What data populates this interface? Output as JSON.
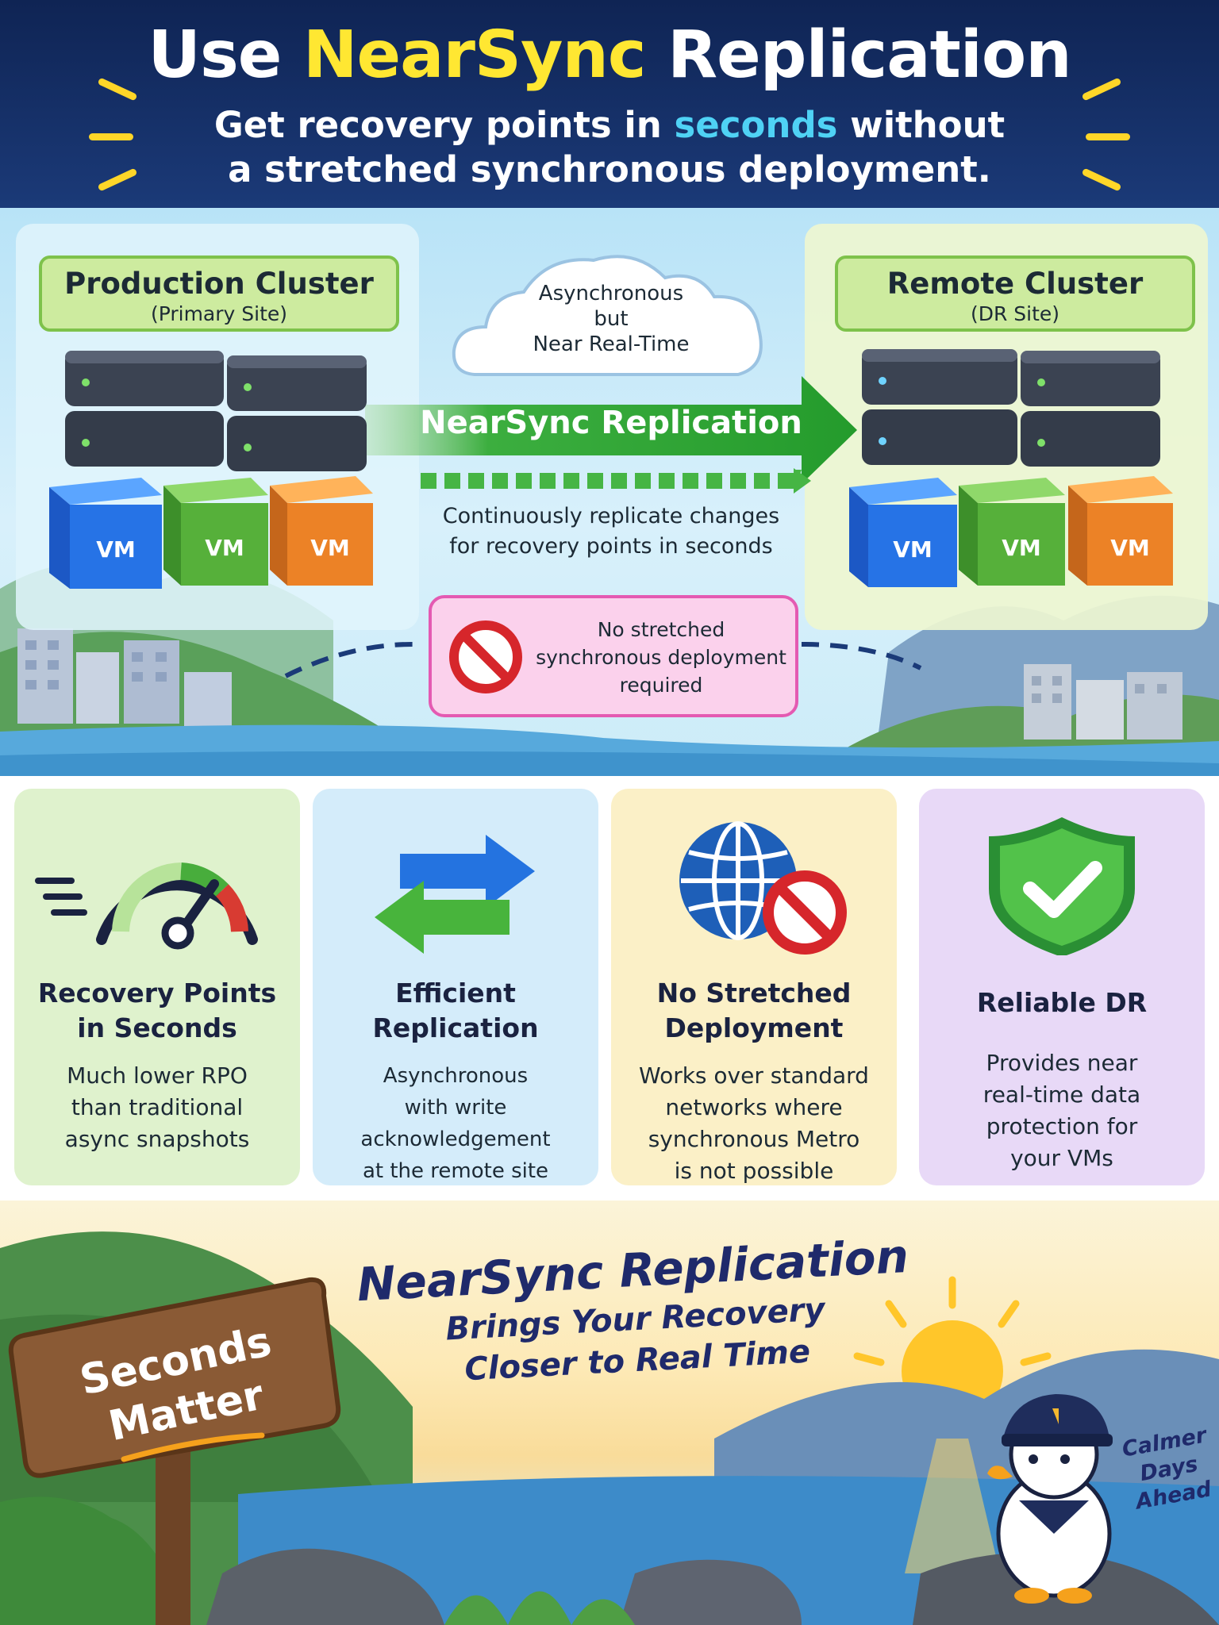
{
  "header": {
    "title_before": "Use ",
    "title_highlight": "NearSync",
    "title_after": " Replication",
    "subtitle_line1_before": "Get recovery points in ",
    "subtitle_line1_highlight": "seconds",
    "subtitle_line1_after": " without",
    "subtitle_line2": "a stretched synchronous deployment.",
    "accent_color": "#ffe732",
    "highlight_color": "#4fd2f5"
  },
  "diagram": {
    "primary_site": {
      "name": "Production Cluster",
      "sub": "(Primary Site)"
    },
    "dr_site": {
      "name": "Remote Cluster",
      "sub": "(DR Site)"
    },
    "vm_label": "VM",
    "cloud": {
      "line1": "Asynchronous",
      "line2": "but",
      "line3": "Near Real-Time"
    },
    "arrow_label": "NearSync Replication",
    "replicate_desc": {
      "line1": "Continuously replicate changes",
      "line2": "for recovery points in seconds"
    },
    "no_stretch": {
      "line1": "No stretched",
      "line2": "synchronous deployment",
      "line3": "required",
      "icon": "no-entry-icon"
    }
  },
  "features": [
    {
      "icon": "speedometer-icon",
      "title_line1": "Recovery Points",
      "title_line2": "in Seconds",
      "desc_line1": "Much lower RPO",
      "desc_line2": "than traditional",
      "desc_line3": "async snapshots",
      "desc_line4": ""
    },
    {
      "icon": "swap-arrows-icon",
      "title_line1": "Efficient",
      "title_line2": "Replication",
      "desc_line1": "Asynchronous",
      "desc_line2": "with write acknowledgement",
      "desc_line3": "at the remote site",
      "desc_line4": ""
    },
    {
      "icon": "globe-blocked-icon",
      "title_line1": "No Stretched",
      "title_line2": "Deployment",
      "desc_line1": "Works over standard",
      "desc_line2": "networks where",
      "desc_line3": "synchronous Metro",
      "desc_line4": "is not possible"
    },
    {
      "icon": "shield-check-icon",
      "title_line1": "Reliable DR",
      "title_line2": "",
      "desc_line1": "Provides near",
      "desc_line2": "real-time data",
      "desc_line3": "protection for",
      "desc_line4": "your VMs"
    }
  ],
  "footer": {
    "tagline_line1": "NearSync Replication",
    "tagline_line2": "Brings Your Recovery",
    "tagline_line3": "Closer to Real Time",
    "sign_line1": "Seconds",
    "sign_line2": "Matter",
    "mascot_line1": "Calmer",
    "mascot_line2": "Days",
    "mascot_line3": "Ahead"
  }
}
